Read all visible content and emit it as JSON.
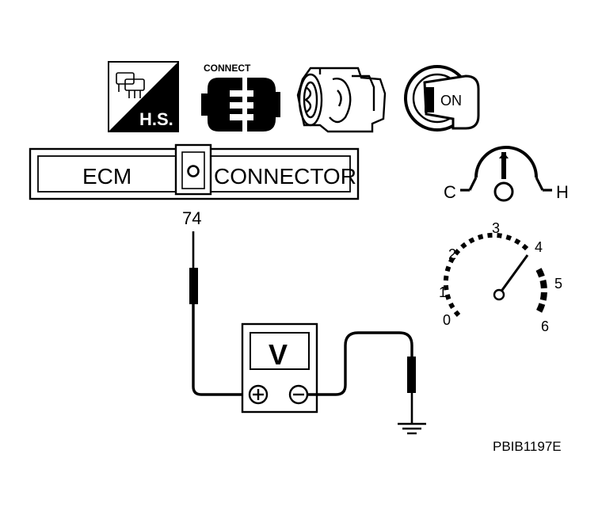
{
  "icons": {
    "hs_label": "H.S.",
    "connect_label": "CONNECT",
    "on_label": "ON"
  },
  "ecm_connector": {
    "left_label": "ECM",
    "right_label": "CONNECTOR",
    "terminal": "74"
  },
  "temperature_gauge": {
    "cold_label": "C",
    "hot_label": "H"
  },
  "tachometer": {
    "scale": [
      "0",
      "1",
      "2",
      "3",
      "4",
      "5",
      "6"
    ]
  },
  "voltmeter": {
    "display": "V",
    "positive_symbol": "+",
    "negative_symbol": "−"
  },
  "figure_code": "PBIB1197E"
}
